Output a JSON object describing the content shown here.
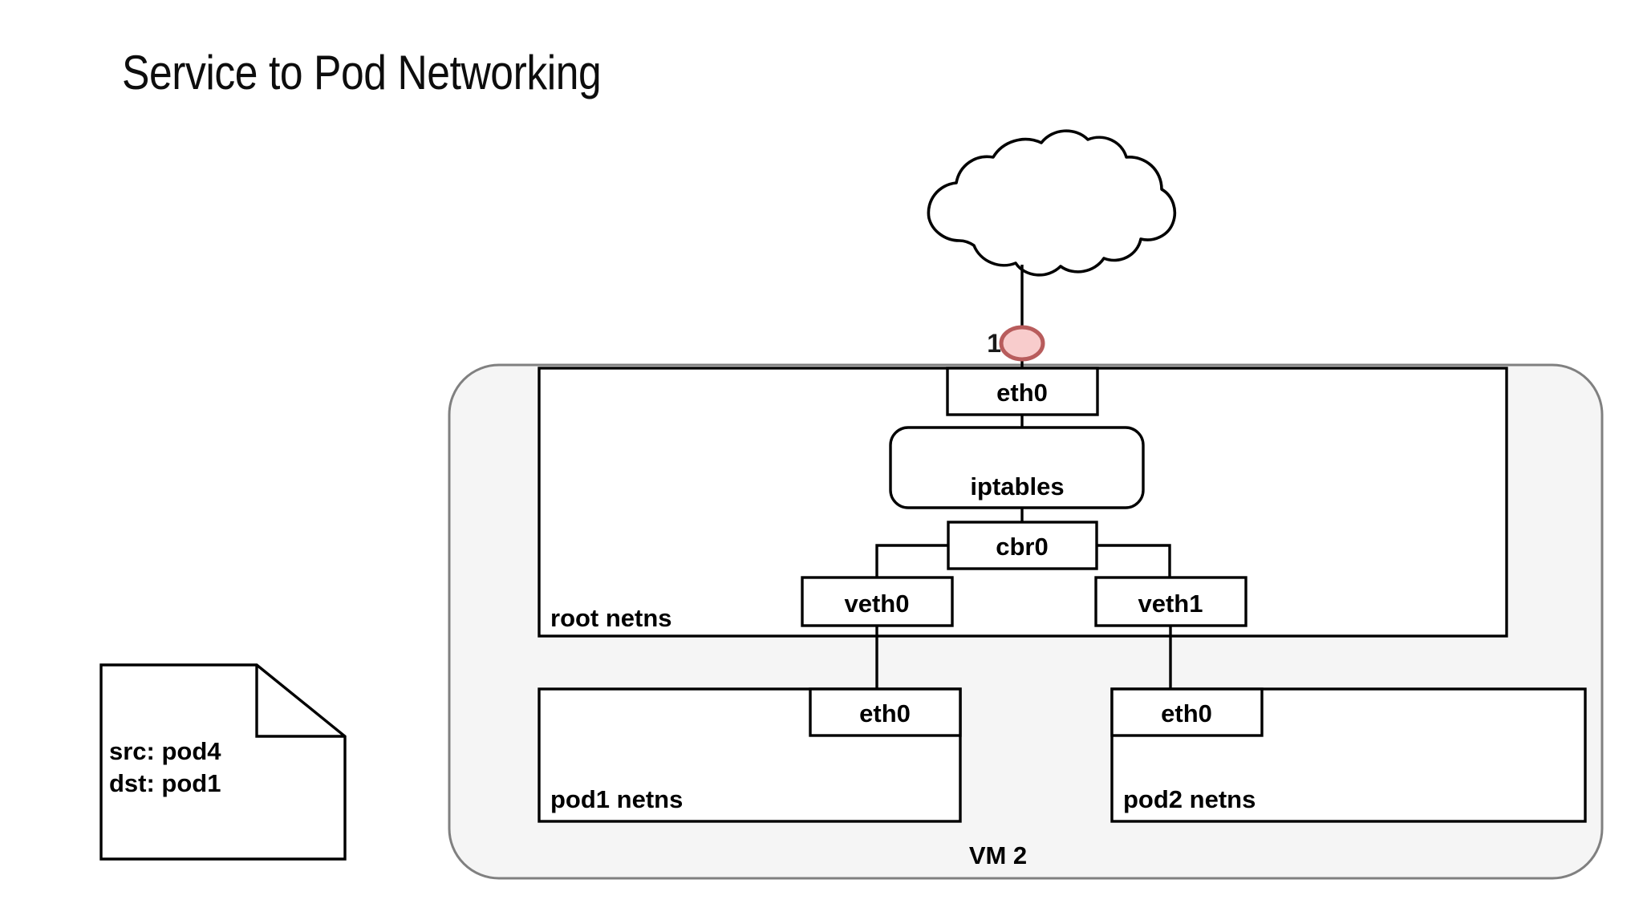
{
  "slide": {
    "title": "Service to Pod Networking",
    "background_color": "#ffffff"
  },
  "note_card": {
    "name": "packet-note",
    "lines": [
      "src: pod4",
      "dst: pod1"
    ],
    "src_label": "src: pod4",
    "dst_label": "dst: pod1"
  },
  "diagram": {
    "cloud": {
      "label": "",
      "name": "network-cloud"
    },
    "markers": [
      {
        "id": "1",
        "label": "1",
        "fill": "#f8cccc",
        "stroke": "#b85c5c"
      }
    ],
    "vm": {
      "label": "VM 2",
      "fill": "#f5f5f5",
      "stroke": "#808080"
    },
    "root_netns": {
      "label": "root netns"
    },
    "nodes": {
      "host_eth0": "eth0",
      "iptables": "iptables",
      "cbr0": "cbr0",
      "veth0": "veth0",
      "veth1": "veth1"
    },
    "pods": [
      {
        "name": "pod1",
        "label": "pod1 netns",
        "iface": "eth0",
        "iface_side": "right"
      },
      {
        "name": "pod2",
        "label": "pod2 netns",
        "iface": "eth0",
        "iface_side": "left"
      }
    ]
  },
  "colors": {
    "line": "#000000",
    "vm_fill": "#f5f5f5",
    "vm_stroke": "#808080",
    "marker_fill": "#f8cccc",
    "marker_stroke": "#b85c5c",
    "text": "#000000"
  }
}
